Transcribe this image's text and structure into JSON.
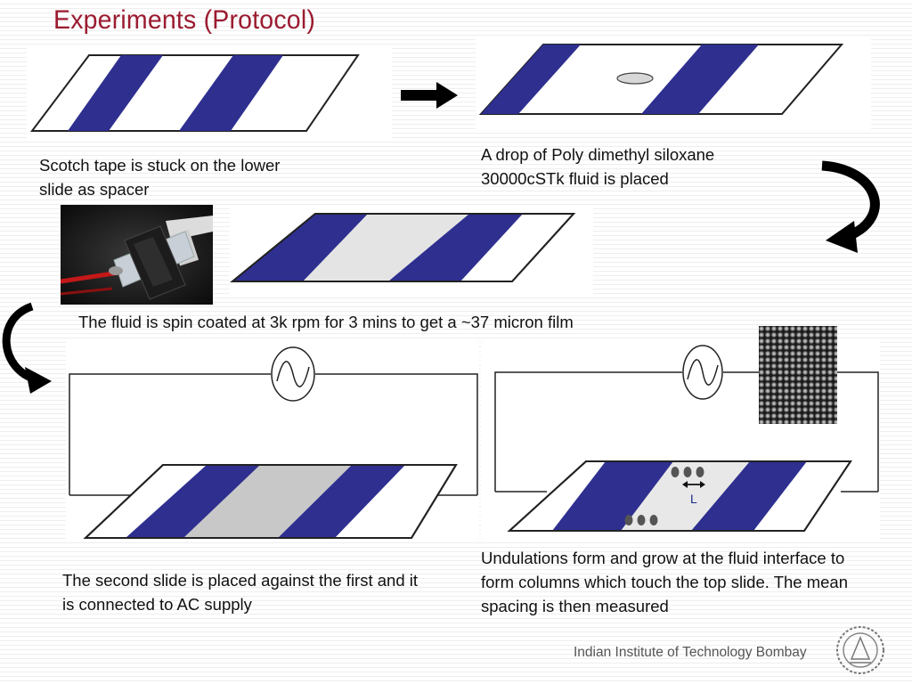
{
  "slide": {
    "title": "Experiments  (Protocol)"
  },
  "steps": [
    {
      "caption": "Scotch tape is stuck on the lower slide as spacer"
    },
    {
      "caption": "A drop of Poly dimethyl siloxane 30000cSTk fluid is placed"
    },
    {
      "caption": "The fluid is spin coated at 3k rpm for 3 mins to get a ~37 micron film"
    },
    {
      "caption": "The second slide is placed against the first and it is  connected to AC supply"
    },
    {
      "caption": "Undulations form and grow at the fluid interface to form columns which touch the top slide. The mean spacing is then measured"
    }
  ],
  "labels": {
    "spacing_label": "L"
  },
  "footer": {
    "institute": "Indian Institute of Technology Bombay"
  },
  "colors": {
    "title": "#9b1b30",
    "tape": "#2e2f8f",
    "fluid_film": "#e4e4e4",
    "fluid_thick": "#c8c8c8"
  },
  "icons": [
    "right-arrow-icon",
    "curved-arrow-down-icon",
    "ac-source-icon",
    "institute-logo-icon"
  ]
}
